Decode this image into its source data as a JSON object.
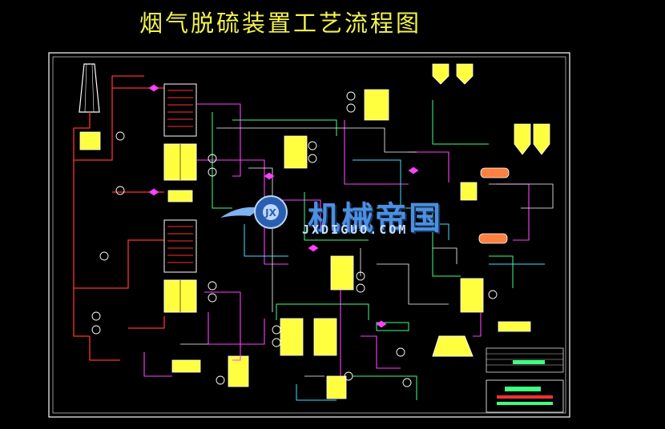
{
  "title": "烟气脱硫装置工艺流程图",
  "watermark": {
    "name": "机械帝国",
    "url": "JXDIGUO.COM"
  },
  "colors": {
    "background": "#000000",
    "title": "#f2f250",
    "frame": "#ffffff",
    "flue_gas_line": "#ff3030",
    "slurry_line": "#ff40ff",
    "water_line": "#40ff80",
    "process_line": "#ffffff",
    "recycle_line": "#40e0ff",
    "equipment": "#ffff40",
    "valve": "#ffffff",
    "watermark": "#4d8fe0"
  }
}
